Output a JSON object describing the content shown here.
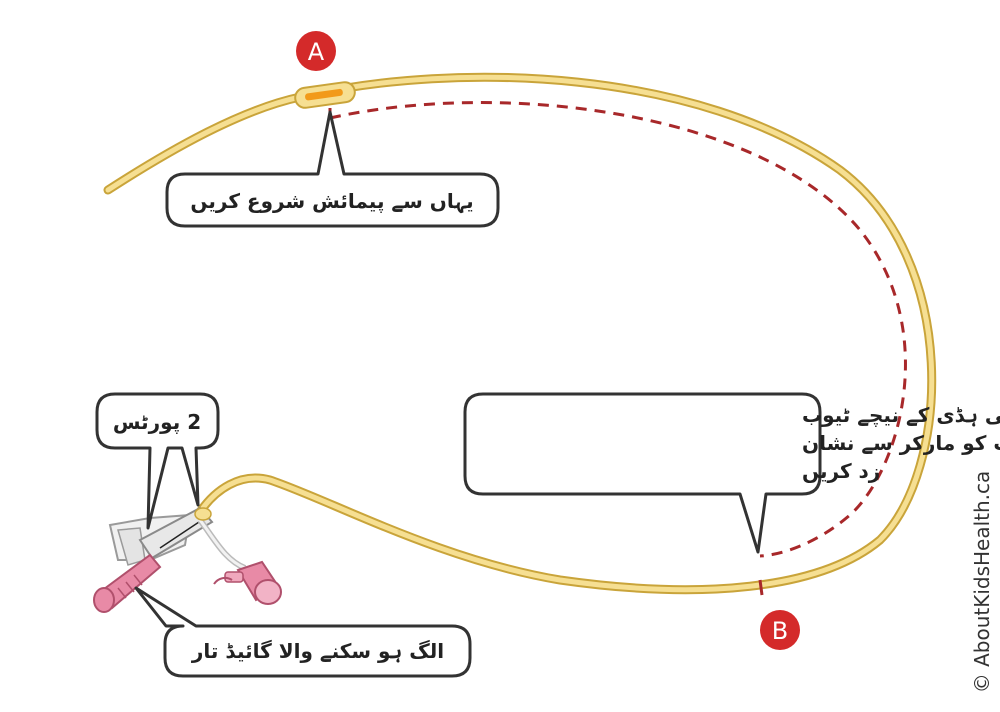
{
  "points": {
    "a_label": "A",
    "b_label": "B"
  },
  "callouts": {
    "start_measure": "یہاں سے پیمائش شروع کریں",
    "ports": "2 پورٹس",
    "mark_line1": "سینے کی ہڈی کے نیچے ٹیوب",
    "mark_line2": "پر پوائنٹ کو مارکر سے نشان",
    "mark_line3": "زد کریں",
    "guidewire": "الگ ہو سکنے والا گائیڈ تار"
  },
  "copyright": "© AboutKidsHealth.ca",
  "colors": {
    "tube": "#f3d37a",
    "tube_outline": "#c9a43a",
    "dashed_line": "#a8282a",
    "badge": "#d42a2a",
    "hub_pink": "#e88aa6"
  }
}
